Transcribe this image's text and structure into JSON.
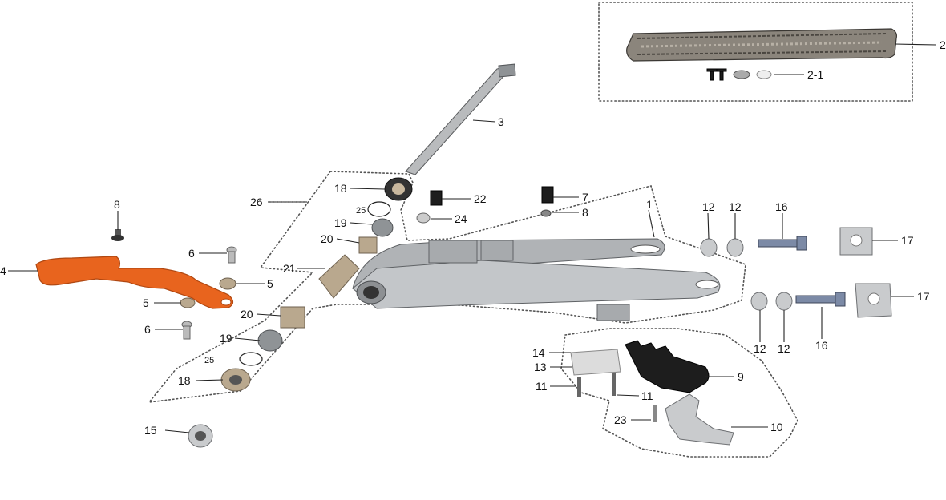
{
  "labels": {
    "p1": "1",
    "p2": "2",
    "p2_1": "2-1",
    "p3": "3",
    "p4": "4",
    "p5a": "5",
    "p5b": "5",
    "p6a": "6",
    "p6b": "6",
    "p7": "7",
    "p8a": "8",
    "p8b": "8",
    "p9": "9",
    "p10": "10",
    "p11a": "11",
    "p11b": "11",
    "p12a": "12",
    "p12b": "12",
    "p12c": "12",
    "p12d": "12",
    "p13": "13",
    "p14": "14",
    "p15": "15",
    "p16a": "16",
    "p16b": "16",
    "p17a": "17",
    "p17b": "17",
    "p18a": "18",
    "p18b": "18",
    "p19a": "19",
    "p19b": "19",
    "p20a": "20",
    "p20b": "20",
    "p21": "21",
    "p22": "22",
    "p23": "23",
    "p24": "24",
    "p25a": "25",
    "p25b": "25",
    "p26": "26"
  },
  "colors": {
    "chain_guide": "#e8641e",
    "aluminum": "#c9cbcd",
    "black_part": "#1d1d1d",
    "lines": "#222222"
  }
}
